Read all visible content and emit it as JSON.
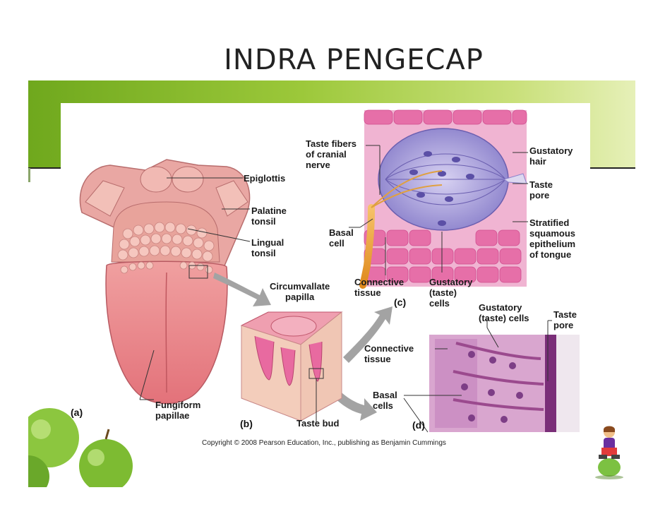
{
  "slide": {
    "title": "INDRA PENGECAP"
  },
  "labels": {
    "taste_fibers": "Taste fibers\nof cranial\nnerve",
    "epiglottis": "Epiglottis",
    "palatine_tonsil": "Palatine\ntonsil",
    "lingual_tonsil": "Lingual\ntonsil",
    "basal_cell": "Basal\ncell",
    "gustatory_hair": "Gustatory\nhair",
    "taste_pore_c": "Taste\npore",
    "stratified": "Stratified\nsquamous\nepithelium\nof tongue",
    "connective_tissue_c": "Connective\ntissue",
    "gustatory_cells_c": "Gustatory\n(taste)\ncells",
    "circumvallate": "Circumvallate\npapilla",
    "gustatory_cells_d": "Gustatory\n(taste) cells",
    "taste_pore_d": "Taste\npore",
    "connective_tissue_d": "Connective\ntissue",
    "basal_cells_d": "Basal\ncells",
    "fungiform": "Fungiform\npapillae",
    "taste_bud": "Taste bud"
  },
  "panels": {
    "a": "(a)",
    "b": "(b)",
    "c": "(c)",
    "d": "(d)"
  },
  "copyright": "Copyright © 2008 Pearson Education, Inc., publishing as Benjamin Cummings",
  "colors": {
    "band_dark": "#6fa81d",
    "band_light": "#e6f0b8",
    "tongue": "#e77f84",
    "epithelium": "#e85aa3",
    "bud": "#9a8fd6"
  }
}
